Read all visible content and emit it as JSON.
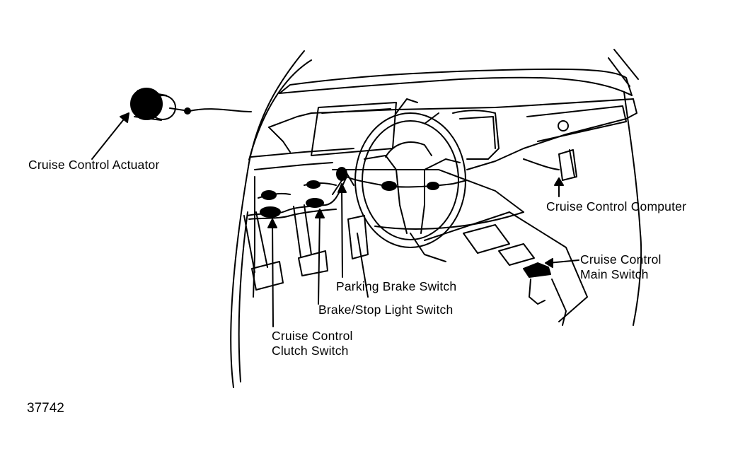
{
  "labels": {
    "actuator": "Cruise Control Actuator",
    "computer": "Cruise Control Computer",
    "main_switch_line1": "Cruise Control",
    "main_switch_line2": "Main Switch",
    "parking_brake": "Parking Brake Switch",
    "brake_stop": "Brake/Stop Light Switch",
    "clutch_line1": "Cruise Control",
    "clutch_line2": "Clutch Switch"
  },
  "figure_number": "37742",
  "colors": {
    "ink": "#000000",
    "paper": "#ffffff"
  }
}
